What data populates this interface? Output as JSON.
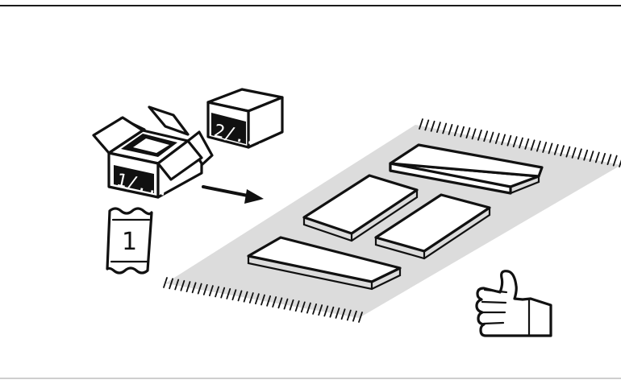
{
  "box_front_label": "1/...",
  "box_back_label": "2/...",
  "bag_label": "1",
  "colors": {
    "ink": "#111111",
    "mat": "#dcdcdc",
    "top_rule": "#1a1a1a",
    "bottom_rule": "#bdbdbd"
  },
  "icons": [
    "open-box-icon",
    "closed-box-icon",
    "hardware-bag-icon",
    "arrow-right-icon",
    "panel-icon",
    "thumbs-up-icon"
  ]
}
